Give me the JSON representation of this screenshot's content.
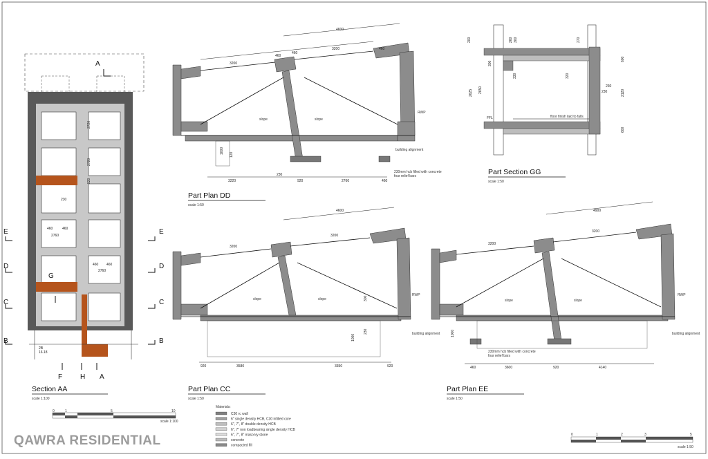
{
  "project_title": "QAWRA RESIDENTIAL",
  "drawings": {
    "section_aa": {
      "title": "Section AA",
      "scale": "scale 1:100",
      "dims": [
        "2720",
        "2720",
        "920",
        "230",
        "460",
        "460",
        "2760",
        "460",
        "460",
        "2760",
        "2B",
        "16.18"
      ],
      "section_marks": [
        "A",
        "A",
        "B",
        "B",
        "C",
        "C",
        "D",
        "D",
        "E",
        "E",
        "F",
        "G",
        "H"
      ]
    },
    "plan_dd": {
      "title": "Part Plan DD",
      "scale": "scale 1:50",
      "dims_top": [
        "4600",
        "460",
        "3200",
        "3200",
        "460",
        "460"
      ],
      "dims_bottom": [
        "3220",
        "920",
        "2760",
        "460",
        "230"
      ],
      "dims_side": [
        "1000",
        "120"
      ],
      "notes": [
        "slope",
        "slope",
        "RWP",
        "building alignment",
        "230mm hcb filled with concrete",
        "four relief bars"
      ]
    },
    "section_gg": {
      "title": "Part Section GG",
      "scale": "scale 1:50",
      "dims": [
        "200",
        "260",
        "300",
        "270",
        "300",
        "320",
        "330",
        "230",
        "230",
        "600",
        "2625",
        "2650",
        "2120",
        "600",
        "FFL"
      ],
      "notes": [
        "floor finish laid to falls"
      ]
    },
    "plan_cc": {
      "title": "Part Plan CC",
      "scale": "scale 1:50",
      "dims_top": [
        "4600",
        "3200",
        "3200"
      ],
      "dims_bottom": [
        "920",
        "3580",
        "3350",
        "920"
      ],
      "dims_side": [
        "1000",
        "230",
        "300"
      ],
      "notes": [
        "slope",
        "slope",
        "RWP",
        "building alignment"
      ]
    },
    "plan_ee": {
      "title": "Part Plan EE",
      "scale": "scale 1:50",
      "dims_top": [
        "4900",
        "3200",
        "3200"
      ],
      "dims_bottom": [
        "460",
        "3600",
        "920",
        "4140"
      ],
      "dims_side": [
        "1000"
      ],
      "notes": [
        "slope",
        "slope",
        "RWP",
        "building alignment",
        "230mm hcb filled with concrete",
        "four relief bars"
      ]
    }
  },
  "legend": {
    "title": "Materials:",
    "items": [
      {
        "label": "C30 rc wall",
        "fill": "#808080"
      },
      {
        "label": "6\" single density HCB, C30 infilled core",
        "fill": "#a0a0a0"
      },
      {
        "label": "6\", 7\", 8\" double density HCB",
        "fill": "#bdbdbd"
      },
      {
        "label": "6\", 7\" non loadbearing single density HCB",
        "fill": "#cfcfcf"
      },
      {
        "label": "6\", 7\", 8\" masonry stone",
        "fill": "#dddddd"
      },
      {
        "label": "concrete",
        "fill": "#bbbbbb"
      },
      {
        "label": "compacted fill",
        "fill": "#888888"
      }
    ]
  },
  "scale_bars": [
    {
      "labels": [
        "0",
        "1",
        "5",
        "10"
      ],
      "caption": "scale 1:100"
    },
    {
      "labels": [
        "0",
        "1",
        "2",
        "3",
        "5"
      ],
      "caption": "scale 1:50"
    }
  ],
  "colors": {
    "structure_dark": "#595959",
    "structure_mid": "#8c8c8c",
    "partition": "#c8c8c8",
    "stair": "#b5541c",
    "line": "#1a1a1a",
    "title_text": "#9b9b9b"
  }
}
